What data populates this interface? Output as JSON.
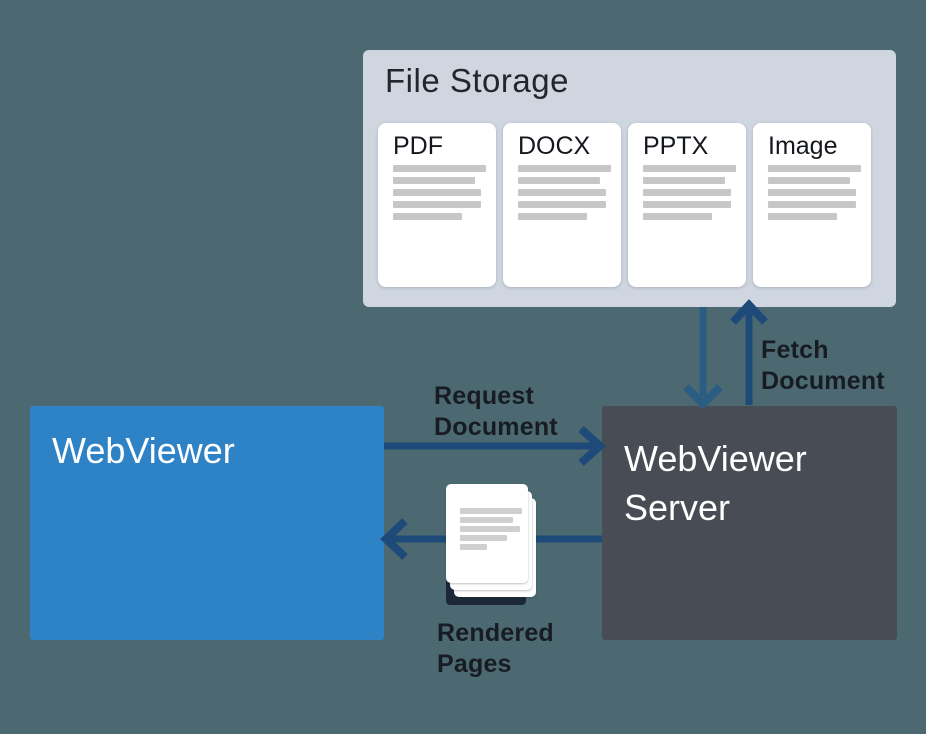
{
  "colors": {
    "bg": "#4c6972",
    "panel": "#cfd6e0",
    "card": "#ffffff",
    "card-line": "#c7c7c7",
    "webviewer-blue": "#2e82c6",
    "server-gray": "#474c55",
    "arrow": "#1d4a78",
    "arrow-light": "#2b5c82",
    "label-text": "#171c22",
    "title-text": "#23272c",
    "page-shadow": "#1c2838"
  },
  "file_storage": {
    "title": "File Storage",
    "cards": [
      {
        "label": "PDF"
      },
      {
        "label": "DOCX"
      },
      {
        "label": "PPTX"
      },
      {
        "label": "Image"
      }
    ]
  },
  "webviewer": {
    "label": "WebViewer"
  },
  "server": {
    "label": "WebViewer Server"
  },
  "flows": {
    "request": "Request Document",
    "fetch": "Fetch Document",
    "rendered": "Rendered Pages"
  }
}
